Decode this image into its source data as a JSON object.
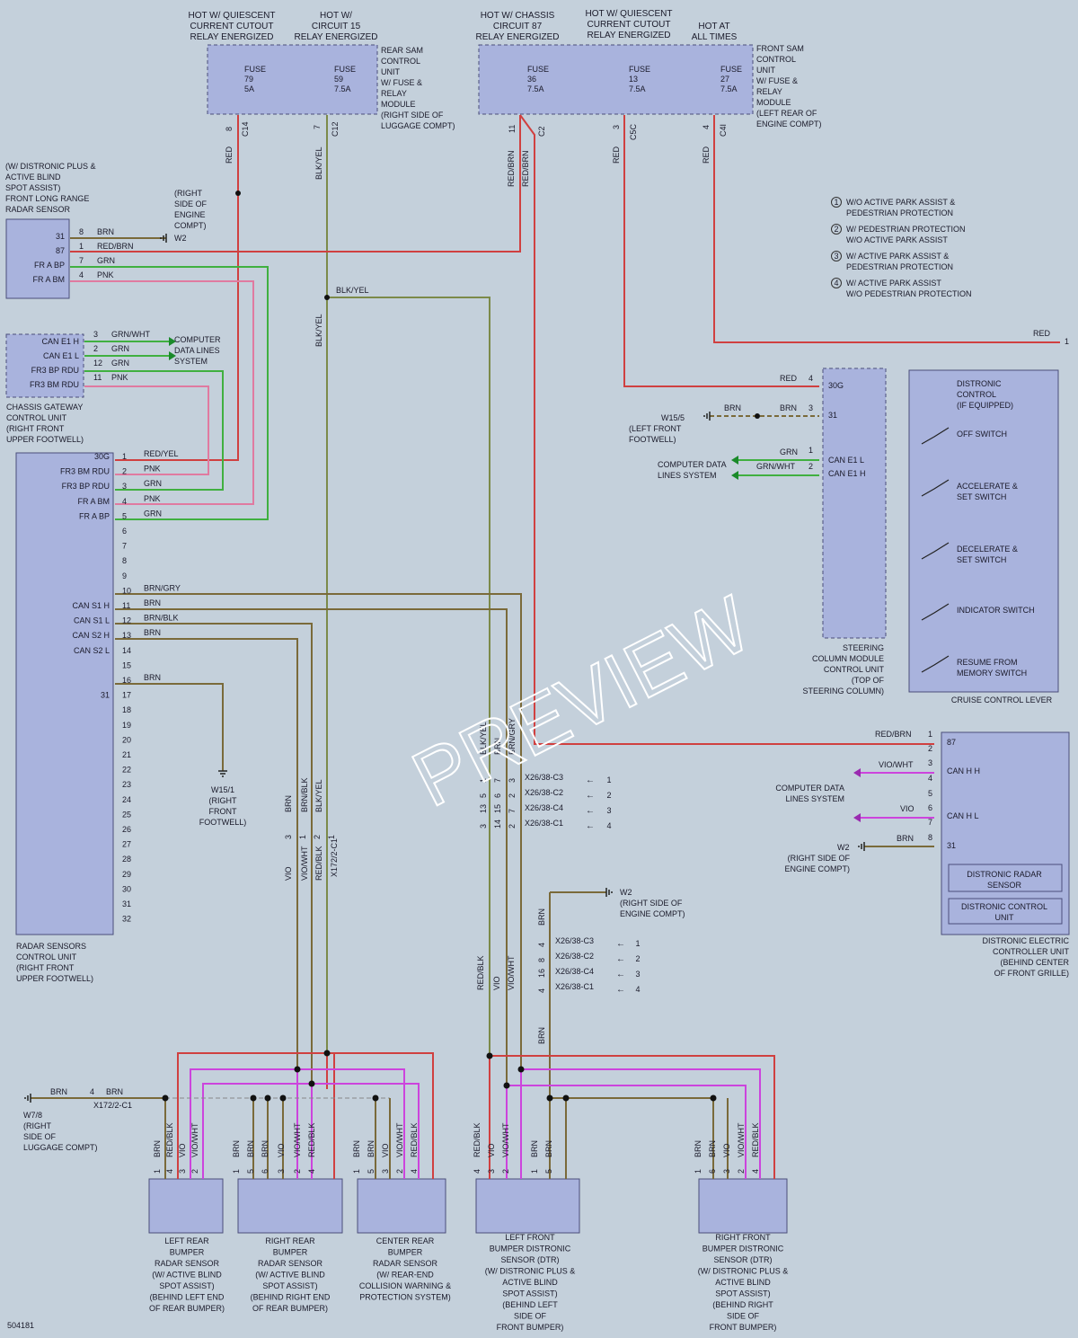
{
  "fuse_boxes": {
    "rear_sam": {
      "label": [
        "REAR SAM",
        "CONTROL",
        "UNIT",
        "W/ FUSE &",
        "RELAY",
        "MODULE",
        "(RIGHT SIDE OF",
        "LUGGAGE COMPT)"
      ],
      "hot1": [
        "HOT W/ QUIESCENT",
        "CURRENT CUTOUT",
        "RELAY ENERGIZED"
      ],
      "hot2": [
        "HOT W/",
        "CIRCUIT 15",
        "RELAY ENERGIZED"
      ],
      "fuse1": [
        "FUSE",
        "79",
        "5A"
      ],
      "fuse2": [
        "FUSE",
        "59",
        "7.5A"
      ],
      "pins": [
        "8",
        "C14",
        "RED",
        "7",
        "C12",
        "BLK/YEL"
      ]
    },
    "front_sam": {
      "label": [
        "FRONT SAM",
        "CONTROL",
        "UNIT",
        "W/ FUSE &",
        "RELAY",
        "MODULE",
        "(LEFT REAR OF",
        "ENGINE COMPT)"
      ],
      "hot1": [
        "HOT W/ CHASSIS",
        "CIRCUIT 87",
        "RELAY ENERGIZED"
      ],
      "hot2": [
        "HOT W/ QUIESCENT",
        "CURRENT CUTOUT",
        "RELAY ENERGIZED"
      ],
      "hot3": [
        "HOT AT",
        "ALL TIMES"
      ],
      "fuse1": [
        "FUSE",
        "36",
        "7.5A"
      ],
      "fuse2": [
        "FUSE",
        "13",
        "7.5A"
      ],
      "fuse3": [
        "FUSE",
        "27",
        "7.5A"
      ],
      "pins": [
        "11",
        "C2",
        "RED/BRN",
        "RED/BRN",
        "3",
        "C5C",
        "RED",
        "4",
        "C4I",
        "RED"
      ]
    }
  },
  "legend": [
    {
      "num": "1",
      "text": [
        "W/O ACTIVE PARK ASSIST &",
        "PEDESTRIAN PROTECTION"
      ]
    },
    {
      "num": "2",
      "text": [
        "W/ PEDESTRIAN PROTECTION",
        "W/O ACTIVE PARK ASSIST"
      ]
    },
    {
      "num": "3",
      "text": [
        "W/ ACTIVE PARK ASSIST &",
        "PEDESTRIAN PROTECTION"
      ]
    },
    {
      "num": "4",
      "text": [
        "W/ ACTIVE PARK ASSIST",
        "W/O PEDESTRIAN PROTECTION"
      ]
    }
  ],
  "radar_long_range": {
    "label": [
      "(W/ DISTRONIC PLUS &",
      "ACTIVE BLIND",
      "SPOT ASSIST)",
      "FRONT LONG RANGE",
      "RADAR SENSOR"
    ],
    "pins": [
      "31",
      "87",
      "FR A BP",
      "FR A BM"
    ],
    "wires": [
      {
        "num": "8",
        "color": "BRN"
      },
      {
        "num": "1",
        "color": "RED/BRN"
      },
      {
        "num": "7",
        "color": "GRN"
      },
      {
        "num": "4",
        "color": "PNK"
      }
    ],
    "ground": "W2",
    "ground_note": [
      "(RIGHT",
      "SIDE OF",
      "ENGINE",
      "COMPT)"
    ],
    "splice_label": "BLK/YEL"
  },
  "chassis_gateway": {
    "label": [
      "CHASSIS GATEWAY",
      "CONTROL UNIT",
      "(RIGHT FRONT",
      "UPPER FOOTWELL)"
    ],
    "pins": [
      "CAN E1 H",
      "CAN E1 L",
      "FR3 BP RDU",
      "FR3 BM RDU"
    ],
    "wires": [
      {
        "num": "3",
        "color": "GRN/WHT"
      },
      {
        "num": "2",
        "color": "GRN"
      },
      {
        "num": "12",
        "color": "GRN"
      },
      {
        "num": "11",
        "color": "PNK"
      }
    ],
    "data_lines": [
      "COMPUTER",
      "DATA LINES",
      "SYSTEM"
    ]
  },
  "radar_ecu": {
    "label": [
      "RADAR SENSORS",
      "CONTROL UNIT",
      "(RIGHT FRONT",
      "UPPER FOOTWELL)"
    ],
    "pin_names": {
      "1": "30G",
      "2": "FR3 BM RDU",
      "3": "FR3 BP RDU",
      "4": "FR A BM",
      "5": "FR A BP",
      "11": "CAN S1 H",
      "12": "CAN S1 L",
      "13": "CAN S2 H",
      "14": "CAN S2 L",
      "17": "31"
    },
    "wire_colors": {
      "1": "RED/YEL",
      "2": "PNK",
      "3": "GRN",
      "4": "PNK",
      "5": "GRN",
      "10": "BRN/GRY",
      "11": "BRN",
      "12": "BRN/BLK",
      "13": "BRN",
      "16": "BRN"
    },
    "ground": "W15/1",
    "ground_note": [
      "(RIGHT",
      "FRONT",
      "FOOTWELL)"
    ]
  },
  "steering_module": {
    "label": [
      "STEERING",
      "COLUMN MODULE",
      "CONTROL UNIT",
      "(TOP OF",
      "STEERING COLUMN)"
    ],
    "pins": [
      "30G",
      "31",
      "CAN E1 L",
      "CAN E1 H"
    ],
    "wires": [
      {
        "num": "4",
        "color": "RED"
      },
      {
        "num": "3",
        "color": "BRN"
      },
      {
        "num": "1",
        "color": "GRN"
      },
      {
        "num": "2",
        "color": "GRN/WHT"
      }
    ],
    "ground": "W15/5",
    "ground_note": [
      "(LEFT FRONT",
      "FOOTWELL)"
    ],
    "ground_wire": "BRN",
    "data_lines": [
      "COMPUTER DATA",
      "LINES SYSTEM"
    ]
  },
  "cruise_lever": {
    "label": "CRUISE CONTROL LEVER",
    "switches": [
      [
        "DISTRONIC",
        "CONTROL",
        "(IF EQUIPPED)"
      ],
      [
        "OFF SWITCH"
      ],
      [
        "ACCELERATE &",
        "SET SWITCH"
      ],
      [
        "DECELERATE &",
        "SET SWITCH"
      ],
      [
        "INDICATOR SWITCH"
      ],
      [
        "RESUME FROM",
        "MEMORY SWITCH"
      ]
    ]
  },
  "distronic_ecu": {
    "label": [
      "DISTRONIC ELECTRIC",
      "CONTROLLER UNIT",
      "(BEHIND CENTER",
      "OF FRONT GRILLE)"
    ],
    "pins": [
      "87",
      "CAN H H",
      "CAN H L",
      "31"
    ],
    "wires": [
      {
        "num": "1",
        "color": "RED/BRN"
      },
      {
        "num": "3",
        "color": "VIO/WHT"
      },
      {
        "num": "6",
        "color": "VIO"
      },
      {
        "num": "8",
        "color": "BRN"
      }
    ],
    "extra_pins": [
      "2",
      "4",
      "5",
      "7"
    ],
    "inner1": [
      "DISTRONIC RADAR",
      "SENSOR"
    ],
    "inner2": [
      "DISTRONIC CONTROL",
      "UNIT"
    ],
    "data_lines": [
      "COMPUTER DATA",
      "LINES SYSTEM"
    ],
    "ground": "W2",
    "ground_note": [
      "(RIGHT SIDE OF",
      "ENGINE COMPT)"
    ]
  },
  "red_out": {
    "color": "RED",
    "num": "1"
  },
  "connectors_mid": {
    "rows": [
      {
        "pins": [
          "1",
          "7",
          "3"
        ],
        "name": "X26/38-C3",
        "num": "1"
      },
      {
        "pins": [
          "5",
          "6",
          "2"
        ],
        "name": "X26/38-C2",
        "num": "2"
      },
      {
        "pins": [
          "13",
          "15",
          "7"
        ],
        "name": "X26/38-C4",
        "num": "3"
      },
      {
        "pins": [
          "3",
          "14",
          "2"
        ],
        "name": "X26/38-C1",
        "num": "4"
      }
    ],
    "wire_labels": [
      "BLK/YEL",
      "BRN",
      "BRN/GRY"
    ],
    "lower_labels": [
      "RED/BLK",
      "VIO",
      "VIO/WHT"
    ]
  },
  "connectors_low": {
    "rows": [
      {
        "pin": "4",
        "name": "X26/38-C3",
        "num": "1"
      },
      {
        "pin": "8",
        "name": "X26/38-C2",
        "num": "2"
      },
      {
        "pin": "16",
        "name": "X26/38-C4",
        "num": "3"
      },
      {
        "pin": "4",
        "name": "X26/38-C1",
        "num": "4"
      }
    ],
    "ground": "W2",
    "ground_note": [
      "(RIGHT SIDE OF",
      "ENGINE COMPT)"
    ],
    "wire": "BRN"
  },
  "x172": {
    "name": "X172/2-C1",
    "pins": [
      "3",
      "1",
      "2",
      "1"
    ],
    "labels": [
      "BRN",
      "BRN/BLK",
      "BLK/YEL"
    ],
    "lower": [
      "VIO",
      "VIO/WHT",
      "RED/BLK"
    ]
  },
  "rear_ground": {
    "name": "W7/8",
    "note": [
      "(RIGHT",
      "SIDE OF",
      "LUGGAGE COMPT)"
    ],
    "wire": "BRN",
    "conn": "X172/2-C1",
    "pin": "4"
  },
  "sensors": [
    {
      "label": [
        "LEFT REAR",
        "BUMPER",
        "RADAR SENSOR",
        "(W/ ACTIVE BLIND",
        "SPOT ASSIST)",
        "(BEHIND LEFT END",
        "OF REAR BUMPER)"
      ],
      "wires": [
        "BRN",
        "RED/BLK",
        "VIO",
        "VIO/WHT"
      ],
      "pins": [
        "1",
        "4",
        "3",
        "2"
      ]
    },
    {
      "label": [
        "RIGHT REAR",
        "BUMPER",
        "RADAR SENSOR",
        "(W/ ACTIVE BLIND",
        "SPOT ASSIST)",
        "(BEHIND RIGHT END",
        "OF REAR BUMPER)"
      ],
      "wires": [
        "BRN",
        "BRN",
        "BRN",
        "VIO",
        "VIO/WHT",
        "RED/BLK"
      ],
      "pins": [
        "1",
        "5",
        "6",
        "3",
        "2",
        "4"
      ]
    },
    {
      "label": [
        "CENTER REAR",
        "BUMPER",
        "RADAR SENSOR",
        "(W/ REAR-END",
        "COLLISION WARNING &",
        "PROTECTION SYSTEM)"
      ],
      "wires": [
        "BRN",
        "BRN",
        "VIO",
        "VIO/WHT",
        "RED/BLK"
      ],
      "pins": [
        "1",
        "5",
        "3",
        "2",
        "4"
      ]
    },
    {
      "label": [
        "LEFT FRONT",
        "BUMPER DISTRONIC",
        "SENSOR (DTR)",
        "(W/ DISTRONIC PLUS &",
        "ACTIVE BLIND",
        "SPOT ASSIST)",
        "(BEHIND LEFT",
        "SIDE OF",
        "FRONT BUMPER)"
      ],
      "wires": [
        "RED/BLK",
        "VIO",
        "VIO/WHT",
        "BRN",
        "BRN"
      ],
      "pins": [
        "4",
        "3",
        "2",
        "1",
        "5"
      ]
    },
    {
      "label": [
        "RIGHT FRONT",
        "BUMPER DISTRONIC",
        "SENSOR (DTR)",
        "(W/ DISTRONIC PLUS &",
        "ACTIVE BLIND",
        "SPOT ASSIST)",
        "(BEHIND RIGHT",
        "SIDE OF",
        "FRONT BUMPER)"
      ],
      "wires": [
        "BRN",
        "BRN",
        "VIO",
        "VIO/WHT",
        "RED/BLK"
      ],
      "pins": [
        "1",
        "6",
        "3",
        "2",
        "4"
      ]
    }
  ],
  "page_code": "504181",
  "watermark": "PREVIEW"
}
